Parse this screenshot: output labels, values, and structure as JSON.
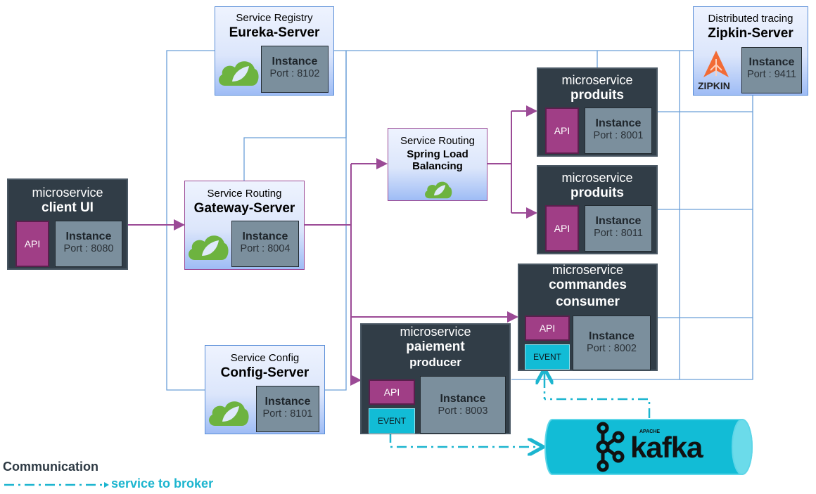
{
  "colors": {
    "light_box_border": "#5b8fd8",
    "routing_border": "#9b4a96",
    "dark_box": "#313d47",
    "instance": "#7b8f9d",
    "api": "#a03e86",
    "event": "#12bcd6",
    "registry_line": "#6a9fd8",
    "routing_line": "#9b4a96",
    "broker_line": "#1cb5cf",
    "spring_green": "#6db33f",
    "zipkin_orange": "#f26b35"
  },
  "nodes": {
    "eureka": {
      "subtitle": "Service Registry",
      "title": "Eureka-Server",
      "instance_label": "Instance",
      "port": "Port : 8102",
      "icon": "spring-cloud-icon"
    },
    "zipkin": {
      "subtitle": "Distributed tracing",
      "title": "Zipkin-Server",
      "instance_label": "Instance",
      "port": "Port : 9411",
      "icon": "zipkin-icon",
      "logo_text": "ZIPKIN"
    },
    "client_ui": {
      "subtitle": "microservice",
      "title": "client UI",
      "api_label": "API",
      "instance_label": "Instance",
      "port": "Port : 8080"
    },
    "gateway": {
      "subtitle": "Service Routing",
      "title": "Gateway-Server",
      "instance_label": "Instance",
      "port": "Port : 8004",
      "icon": "spring-cloud-icon"
    },
    "load_balancer": {
      "subtitle": "Service Routing",
      "title_line1": "Spring Load",
      "title_line2": "Balancing",
      "icon": "spring-cloud-icon"
    },
    "produits_1": {
      "subtitle": "microservice",
      "title": "produits",
      "api_label": "API",
      "instance_label": "Instance",
      "port": "Port : 8001"
    },
    "produits_2": {
      "subtitle": "microservice",
      "title": "produits",
      "api_label": "API",
      "instance_label": "Instance",
      "port": "Port : 8011"
    },
    "commandes": {
      "subtitle": "microservice",
      "title_line1": "commandes",
      "title_line2": "consumer",
      "api_label": "API",
      "event_label": "EVENT",
      "instance_label": "Instance",
      "port": "Port : 8002"
    },
    "paiement": {
      "subtitle": "microservice",
      "title_line1": "paiement",
      "title_line2": "producer",
      "api_label": "API",
      "event_label": "EVENT",
      "instance_label": "Instance",
      "port": "Port : 8003"
    },
    "config": {
      "subtitle": "Service Config",
      "title": "Config-Server",
      "instance_label": "Instance",
      "port": "Port : 8101",
      "icon": "spring-cloud-icon"
    },
    "kafka": {
      "brand_small": "APACHE",
      "brand": "kafka",
      "tm": "™",
      "icon": "kafka-icon"
    }
  },
  "legend": {
    "title": "Communication",
    "items": [
      {
        "label": "service to broker",
        "style": "dash-dot-arrow"
      }
    ]
  }
}
